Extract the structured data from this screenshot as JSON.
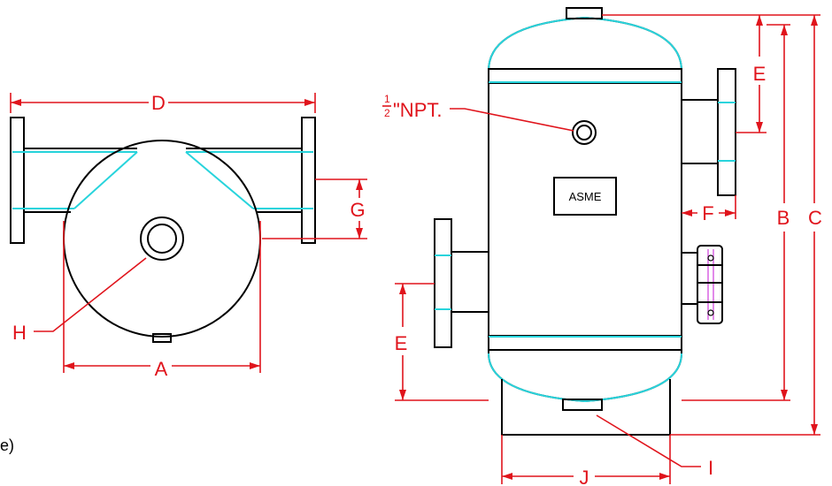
{
  "colors": {
    "outline": "#000000",
    "dimension": "#e0141c",
    "weld_line": "#28d4dc",
    "sight_glass": "#d34adf"
  },
  "labels": {
    "A": "A",
    "B": "B",
    "C": "C",
    "D": "D",
    "E_top": "E",
    "E_left": "E",
    "F": "F",
    "G": "G",
    "H": "H",
    "I": "I",
    "J": "J"
  },
  "npt": {
    "numerator": "1",
    "denominator": "2",
    "text": "\"NPT."
  },
  "nameplate": "ASME",
  "edge_text": "e)"
}
